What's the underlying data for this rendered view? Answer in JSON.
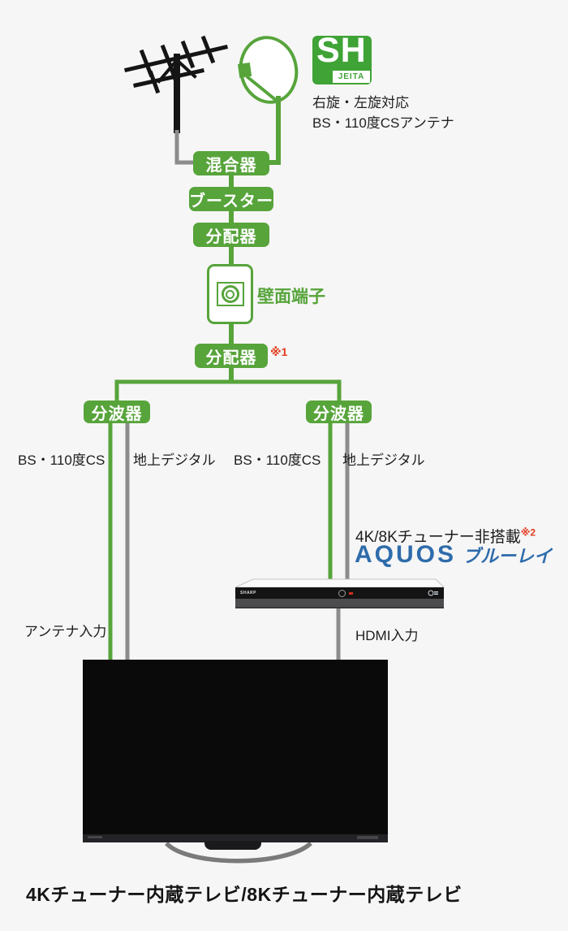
{
  "colors": {
    "green": "#57a43b",
    "logo_green": "#3fa336",
    "gray_line": "#8c8c8c",
    "red_note": "#e23a1c",
    "aquos_blue": "#2e6cab",
    "background": "#f6f6f6"
  },
  "header": {
    "jeita_logo": {
      "sh": "SH",
      "jeita": "JEITA"
    },
    "antenna_caption_line1": "右旋・左旋対応",
    "antenna_caption_line2": "BS・110度CSアンテナ"
  },
  "chain": {
    "mixer": "混合器",
    "booster": "ブースター",
    "splitter1": "分配器",
    "wall_terminal": "壁面端子",
    "splitter2": "分配器",
    "splitter2_note": "※1",
    "separator_left": "分波器",
    "separator_right": "分波器"
  },
  "cable_labels": {
    "left_bs": "BS・110度CS",
    "left_terrestrial": "地上デジタル",
    "right_bs": "BS・110度CS",
    "right_terrestrial": "地上デジタル"
  },
  "recorder": {
    "note": "4K/8Kチューナー非搭載",
    "note_ref": "※2",
    "brand": "AQUOS",
    "brand_suffix": "ブルーレイ",
    "front_label": "SHARP"
  },
  "tv": {
    "antenna_input": "アンテナ入力",
    "hdmi_input": "HDMI入力",
    "caption": "4Kチューナー内蔵テレビ/8Kチューナー内蔵テレビ"
  }
}
